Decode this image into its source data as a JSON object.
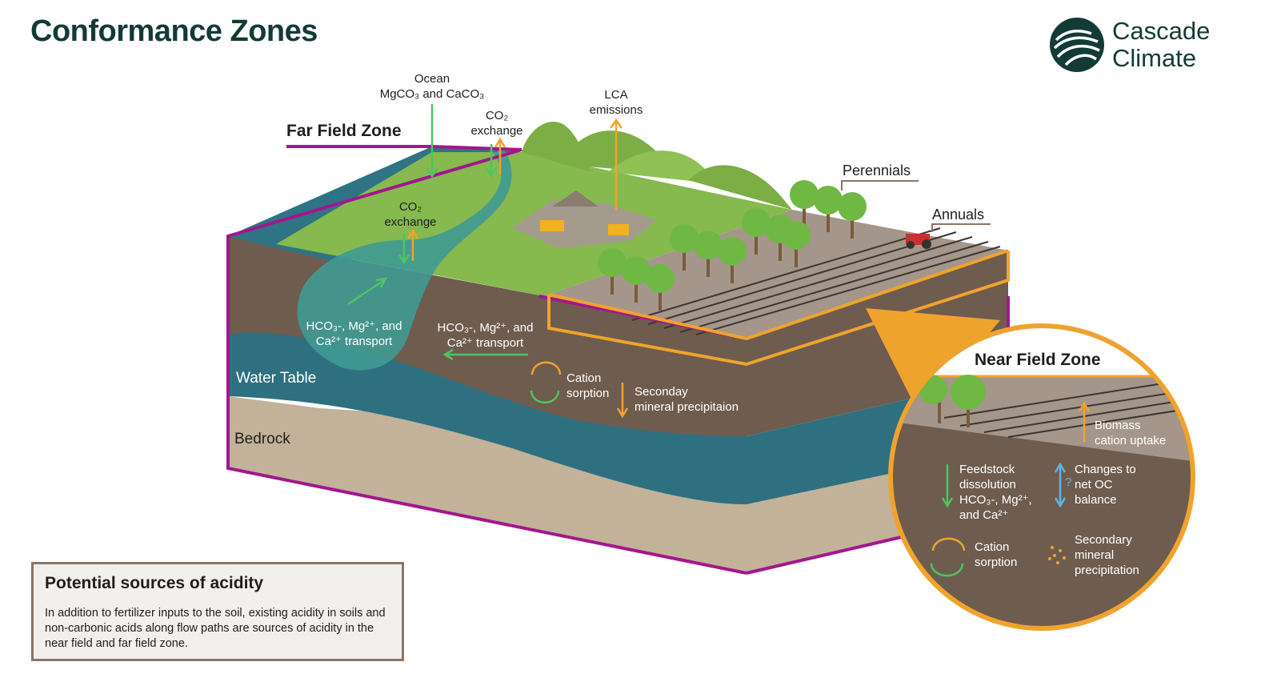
{
  "title": "Conformance Zones",
  "logo": {
    "line1": "Cascade",
    "line2": "Climate",
    "icon": "cascade-wave-icon"
  },
  "zones": {
    "far_field": "Far Field Zone",
    "near_field": "Near Field Zone"
  },
  "labels": {
    "ocean_line1": "Ocean",
    "ocean_line2": "MgCO₃ and CaCO₃",
    "co2_exchange_top_1": "CO₂",
    "co2_exchange_top_2": "exchange",
    "co2_exchange_river_1": "CO₂",
    "co2_exchange_river_2": "exchange",
    "lca_1": "LCA",
    "lca_2": "emissions",
    "perennials": "Perennials",
    "annuals": "Annuals",
    "transport_left_1": "HCO₃-, Mg²⁺, and",
    "transport_left_2": "Ca²⁺ transport",
    "transport_right_1": "HCO₃-, Mg²⁺, and",
    "transport_right_2": "Ca²⁺ transport",
    "water_table": "Water Table",
    "bedrock": "Bedrock",
    "cation_sorption_1": "Cation",
    "cation_sorption_2": "sorption",
    "secondary_1": "Seconday",
    "secondary_2": "mineral precipitaion"
  },
  "near_field": {
    "biomass_1": "Biomass",
    "biomass_2": "cation uptake",
    "feedstock_1": "Feedstock",
    "feedstock_2": "dissolution",
    "feedstock_3": "HCO₃-, Mg²⁺,",
    "feedstock_4": "and Ca²⁺",
    "oc_1": "Changes to",
    "oc_2": "net OC",
    "oc_3": "balance",
    "oc_mark": "?",
    "cation_1": "Cation",
    "cation_2": "sorption",
    "secmin_1": "Secondary",
    "secmin_2": "mineral",
    "secmin_3": "precipitation"
  },
  "acidity_box": {
    "title": "Potential sources of acidity",
    "text": "In addition to fertilizer inputs to the soil, existing acidity in soils and non-carbonic acids along flow paths are sources of acidity in the near field and far field zone."
  },
  "colors": {
    "title": "#133b36",
    "far_field_outline": "#a3168e",
    "near_field_outline": "#f0a32c",
    "grass": "#86b94e",
    "soil": "#6e5c4e",
    "water": "#2e7080",
    "bedrock": "#c2b29a",
    "green_arrow": "#4fc462",
    "orange_arrow": "#f0a32c",
    "blue_arrow": "#5fb4e6"
  }
}
